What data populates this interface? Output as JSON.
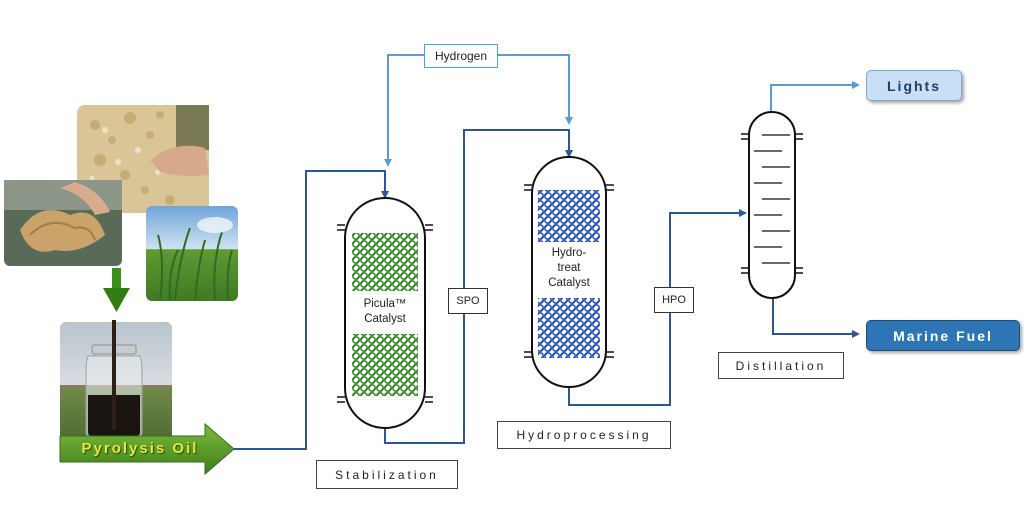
{
  "streams": {
    "hydrogen": "Hydrogen",
    "spo": "SPO",
    "hpo": "HPO"
  },
  "feed": {
    "label": "Pyrolysis Oil",
    "arrow_color": "#5a9a22",
    "text_color": "#e8e63a"
  },
  "units": {
    "stabilization": {
      "label": "Stabilization",
      "catalyst_line1": "Picula™",
      "catalyst_line2": "Catalyst",
      "packing_color": "#3c8a2e"
    },
    "hydroprocessing": {
      "label": "Hydroprocessing",
      "catalyst_line1": "Hydro-",
      "catalyst_line2": "treat",
      "catalyst_line3": "Catalyst",
      "packing_color": "#2a56b8"
    },
    "distillation": {
      "label": "Distillation"
    }
  },
  "products": {
    "lights": "Lights",
    "marine_fuel": "Marine Fuel"
  },
  "icons": {
    "biomass_chips": "wood-chips-photo-icon",
    "biomass_fiber": "biomass-fiber-photo-icon",
    "crop": "crop-field-photo-icon",
    "oil_jar": "oil-jar-photo-icon",
    "down_arrow": "down-arrow-icon"
  },
  "colors": {
    "process_line": "#2f5597",
    "hydrogen_line": "#5b9bd5",
    "lights_fill": "#c9dff5",
    "marine_fill": "#2e75b6"
  }
}
